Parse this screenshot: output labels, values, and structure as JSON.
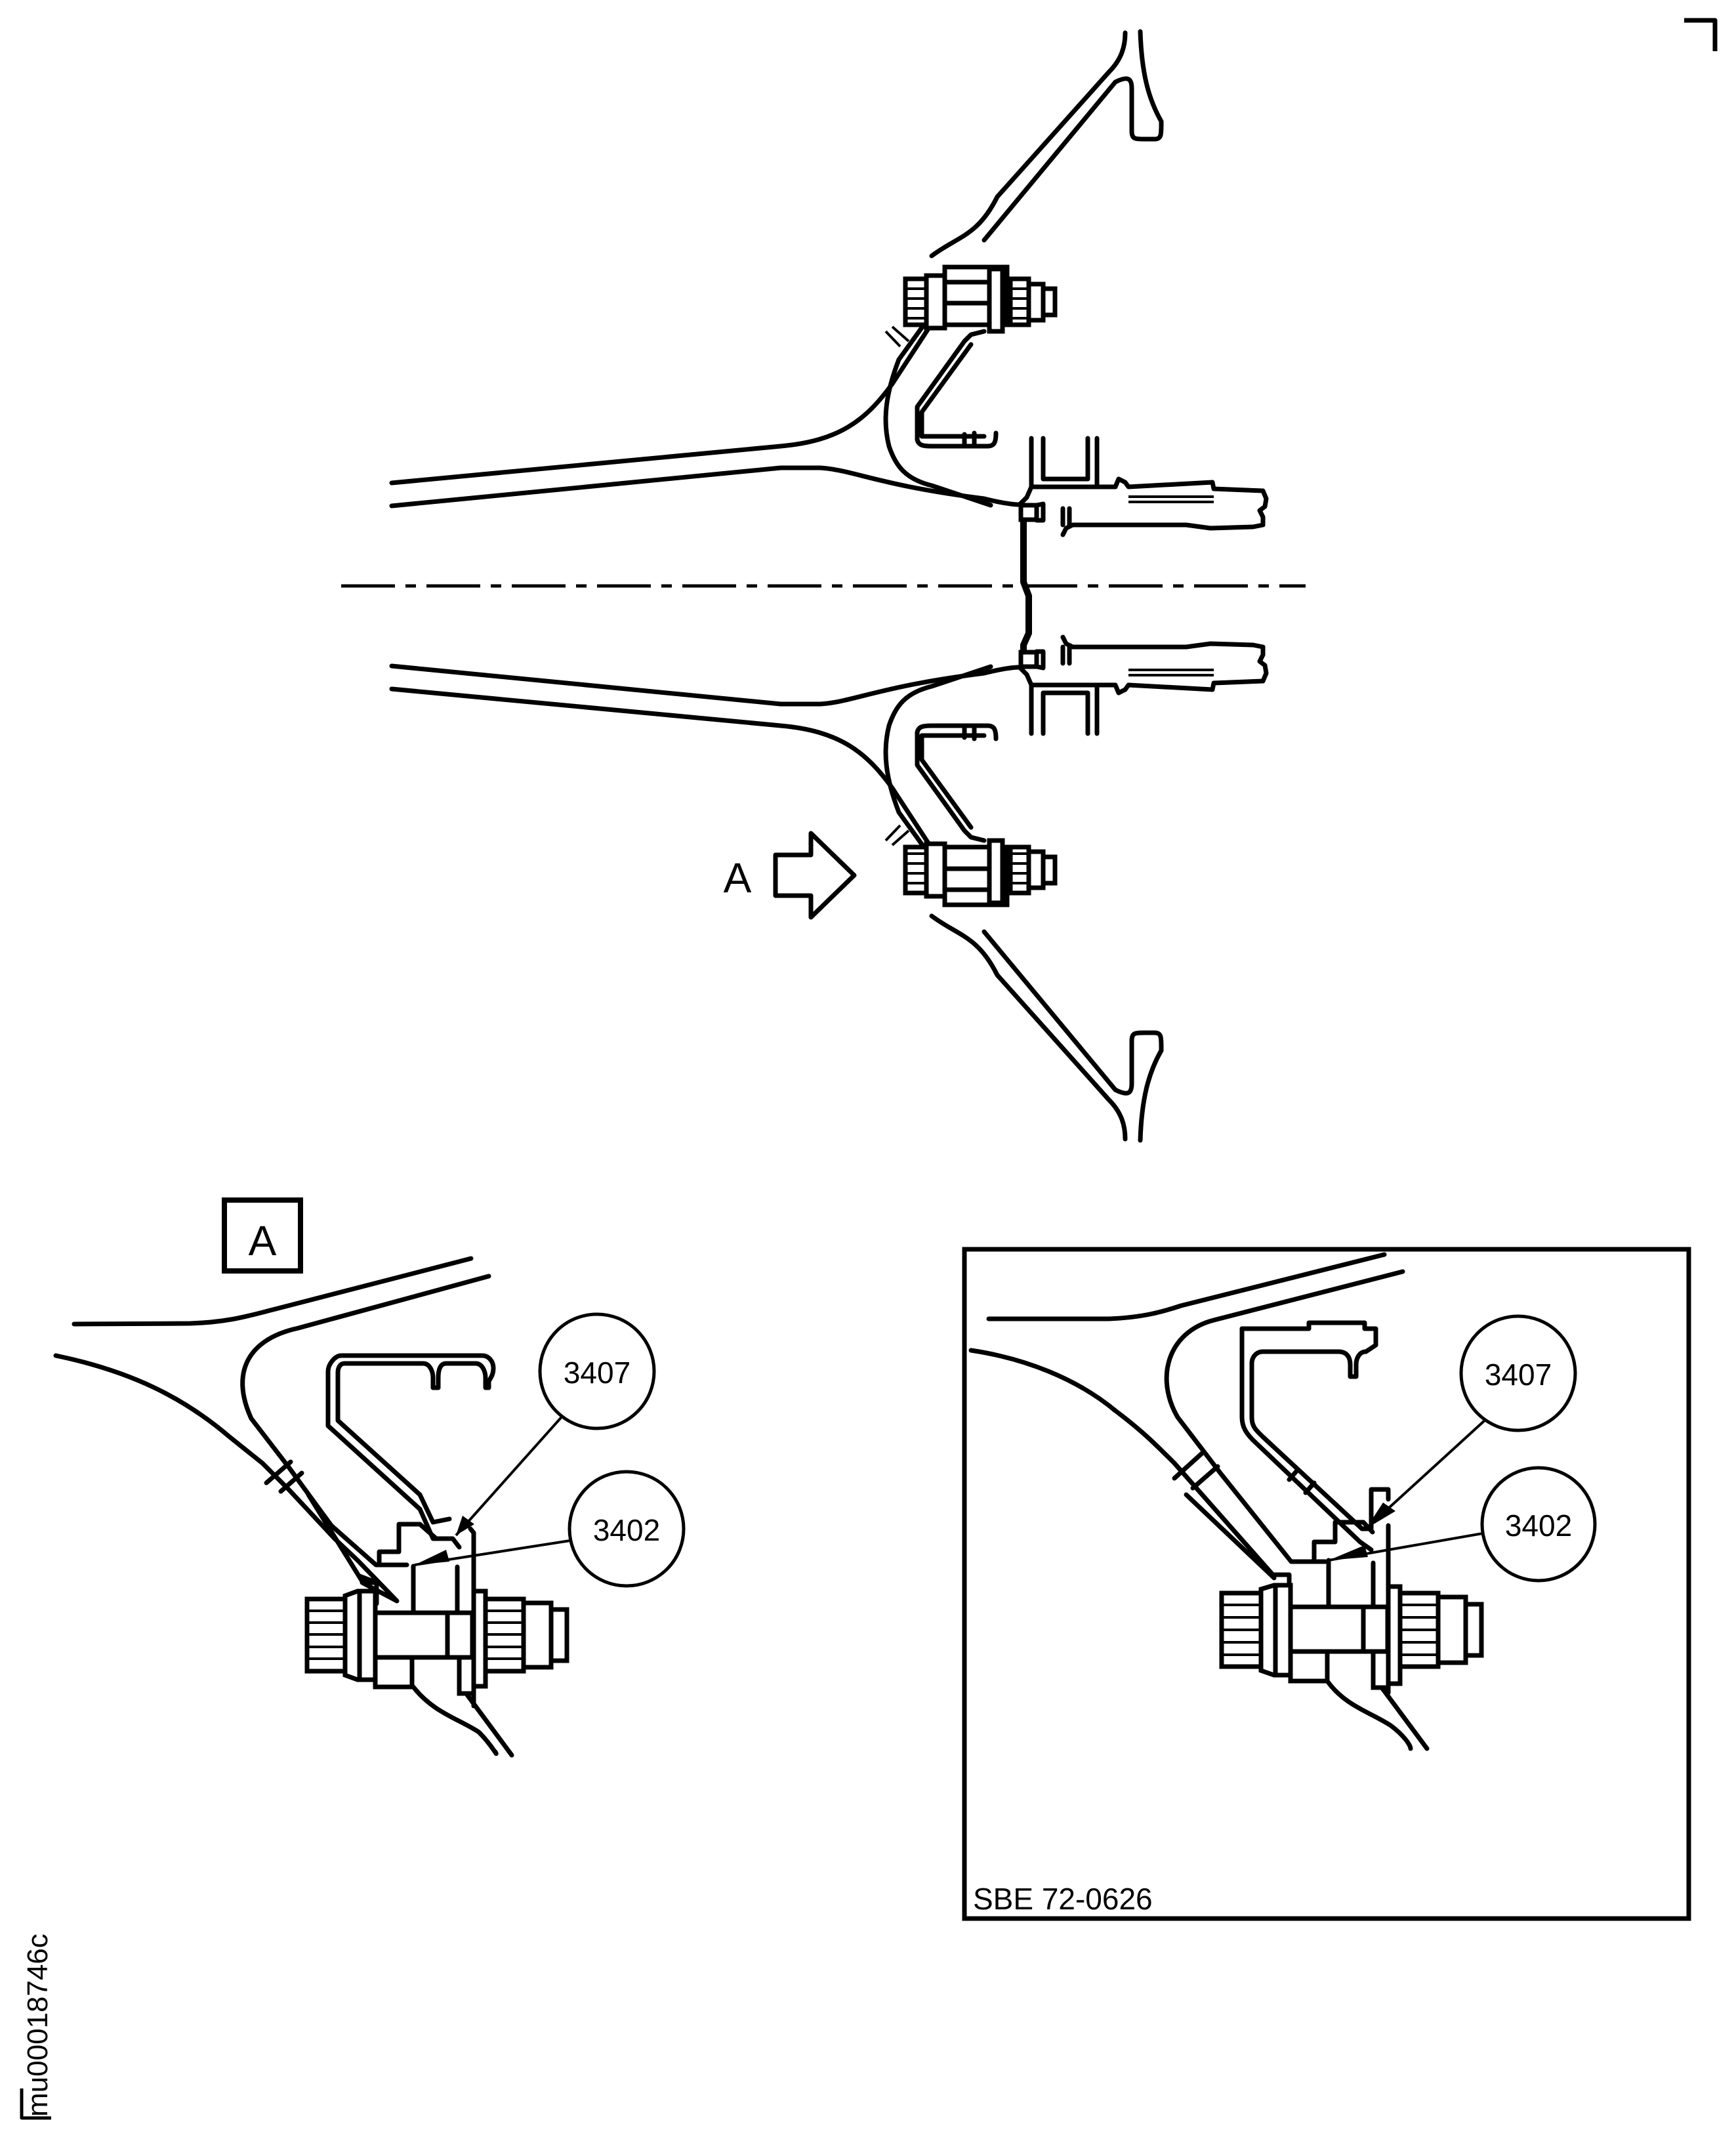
{
  "drawing": {
    "view_arrow_label": "A",
    "detail_view_label": "A",
    "callouts_detail_a": [
      {
        "id": "3407",
        "label": "3407"
      },
      {
        "id": "3402",
        "label": "3402"
      }
    ],
    "callouts_sbe": [
      {
        "id": "3407",
        "label": "3407"
      },
      {
        "id": "3402",
        "label": "3402"
      }
    ],
    "sbe_panel_label": "SBE 72-0626",
    "figure_id": "mu00018746c"
  }
}
